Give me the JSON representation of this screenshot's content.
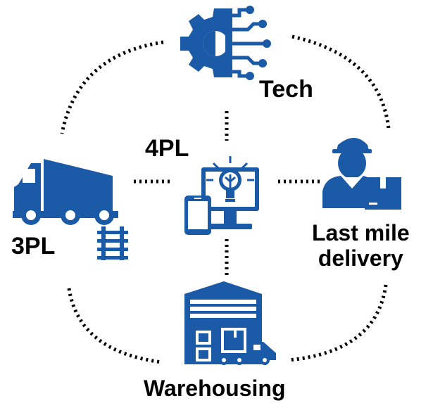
{
  "colors": {
    "icon": "#1a5aa6",
    "text": "#000000",
    "dots": "#000000"
  },
  "nodes": {
    "tech": {
      "label": "Tech",
      "icon": "gear-circuit-icon"
    },
    "fourpl": {
      "label": "4PL",
      "icon": "bulb-monitor-phone-icon"
    },
    "threepl": {
      "label": "3PL",
      "icon": "truck-icon",
      "secondary_icon": "railway-track-icon"
    },
    "lastmile": {
      "label_line1": "Last mile",
      "label_line2": "delivery",
      "icon": "delivery-person-icon"
    },
    "warehousing": {
      "label": "Warehousing",
      "icon": "warehouse-icon"
    }
  }
}
